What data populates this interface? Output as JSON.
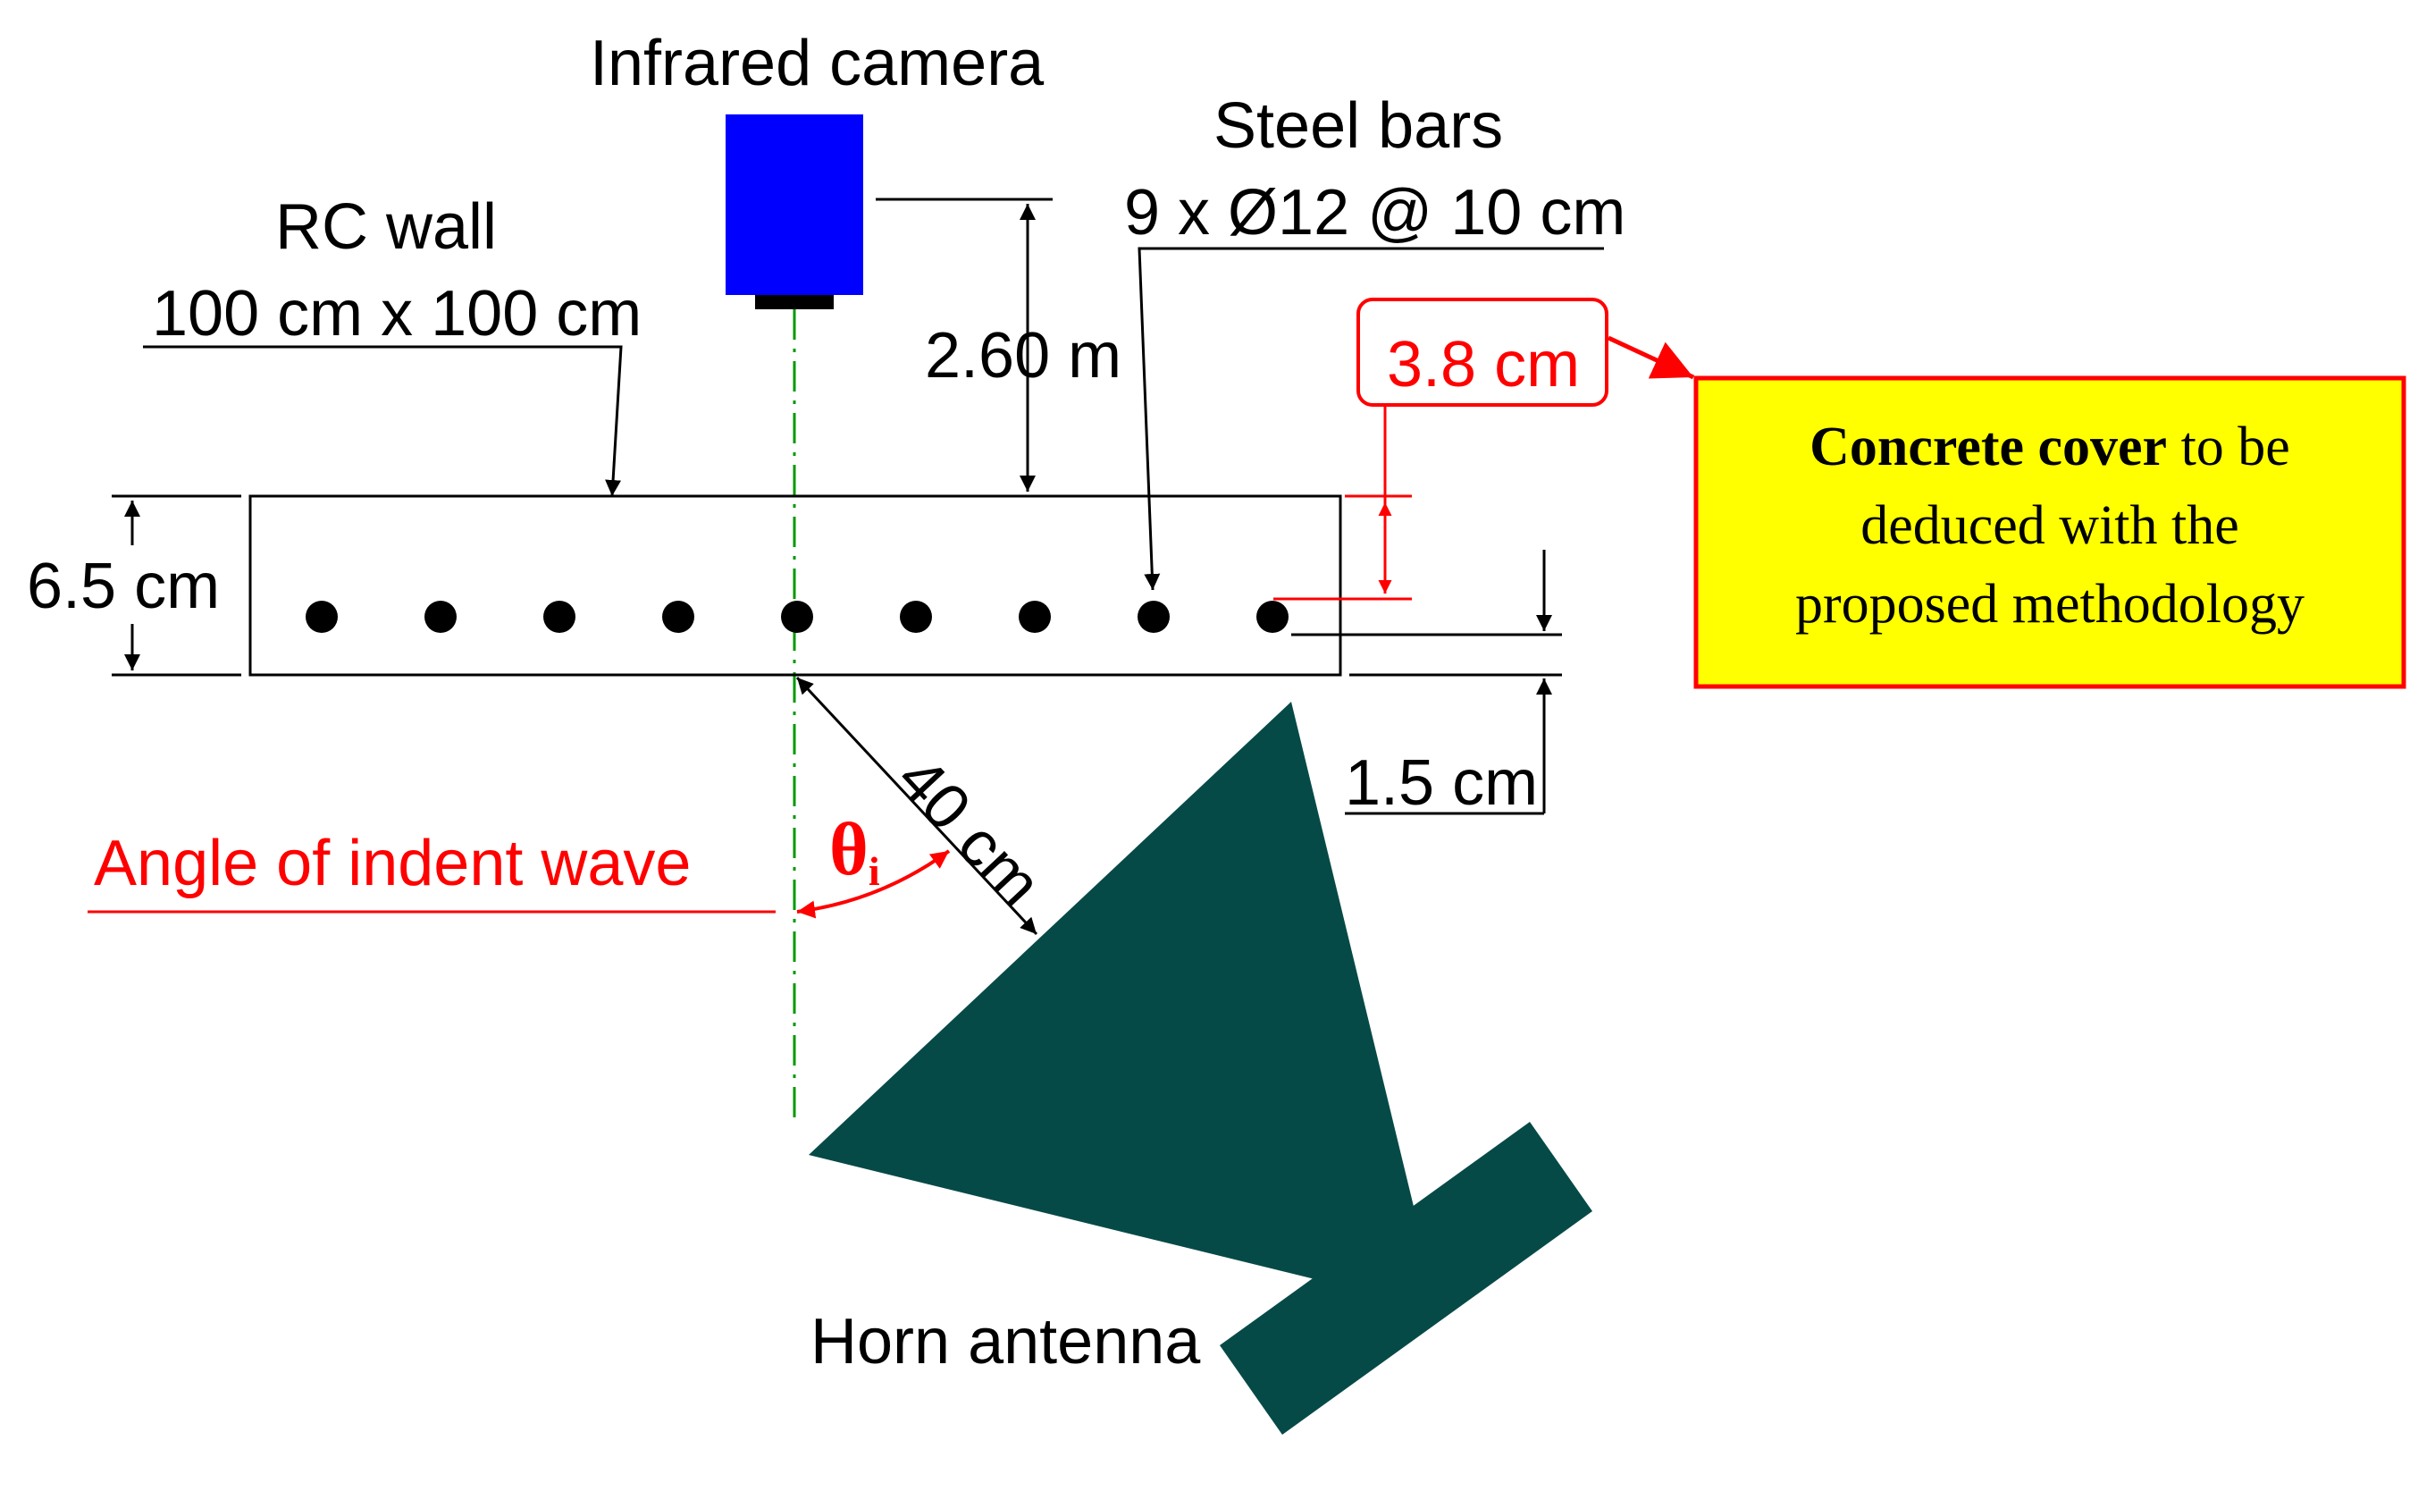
{
  "labels": {
    "camera": "Infrared camera",
    "steel_bars_title": "Steel bars",
    "steel_bars_spec": "9 x Ø12 @ 10 cm",
    "wall_title": "RC wall",
    "wall_size": "100 cm x 100 cm",
    "camera_distance": "2.60 m",
    "cover_value": "3.8 cm",
    "wall_thickness": "6.5 cm",
    "bottom_offset": "1.5 cm",
    "horn_distance": "40 cm",
    "angle_label": "Angle of indent wave",
    "theta": "θ",
    "theta_sub": "i",
    "antenna": "Horn antenna"
  },
  "note": {
    "bold": "Concrete cover",
    "line1_rest": " to be",
    "line2": "deduced with the",
    "line3": "proposed methodology"
  },
  "colors": {
    "camera_body": "#0000ff",
    "camera_base": "#000000",
    "antenna": "#064a47",
    "axis": "#009900",
    "annotation": "#ff0000",
    "note_fill": "#ffff00",
    "note_border": "#ff0000"
  },
  "steel_bar_count": 9
}
